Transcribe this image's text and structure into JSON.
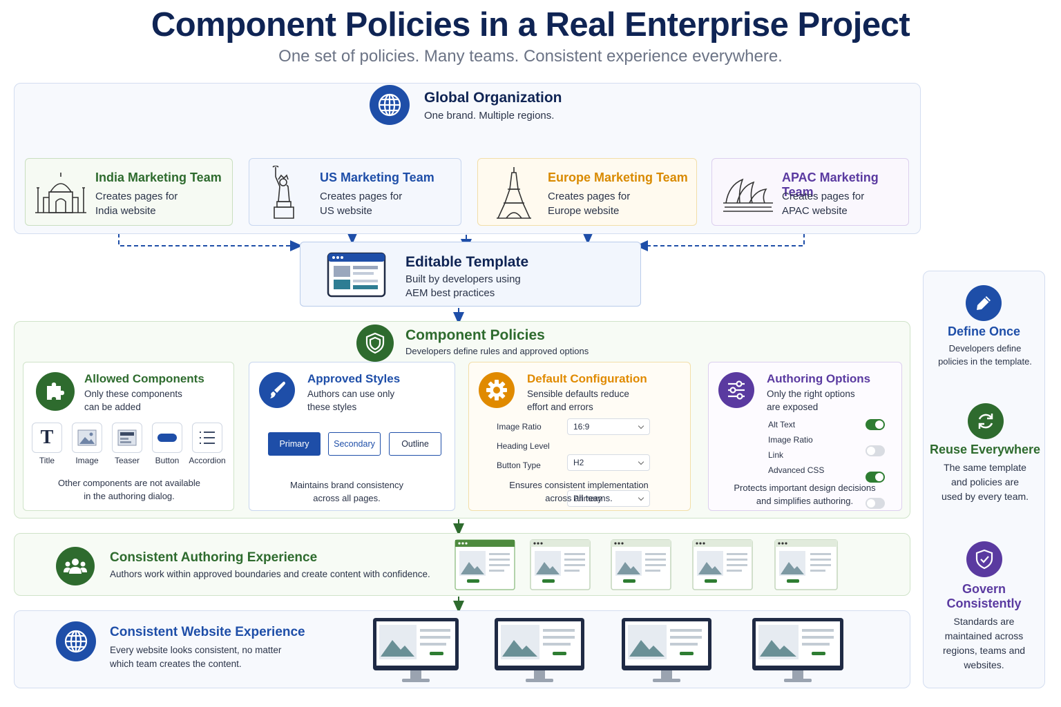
{
  "header": {
    "title": "Component Policies in a Real Enterprise Project",
    "subtitle": "One set of policies. Many teams. Consistent experience everywhere."
  },
  "global_org": {
    "title": "Global Organization",
    "subtitle": "One brand. Multiple regions.",
    "icon": "globe-icon"
  },
  "teams": [
    {
      "name": "India Marketing Team",
      "line1": "Creates pages for",
      "line2": "India website",
      "color": "#2e6b2e",
      "icon": "taj-mahal-icon"
    },
    {
      "name": "US Marketing Team",
      "line1": "Creates pages for",
      "line2": "US website",
      "color": "#1e4ea8",
      "icon": "statue-of-liberty-icon"
    },
    {
      "name": "Europe Marketing Team",
      "line1": "Creates pages for",
      "line2": "Europe website",
      "color": "#d98a00",
      "icon": "eiffel-tower-icon"
    },
    {
      "name": "APAC Marketing Team",
      "line1": "Creates pages for",
      "line2": "APAC website",
      "color": "#5a3aa0",
      "icon": "opera-house-icon"
    }
  ],
  "template": {
    "title": "Editable Template",
    "line1": "Built by developers using",
    "line2": "AEM best practices",
    "icon": "template-icon"
  },
  "policies": {
    "title": "Component Policies",
    "subtitle": "Developers define rules and approved options",
    "icon": "shield-icon",
    "allowed": {
      "title": "Allowed Components",
      "line1": "Only these components",
      "line2": "can be added",
      "components": [
        "Title",
        "Image",
        "Teaser",
        "Button",
        "Accordion"
      ],
      "title_glyph": "T",
      "foot1": "Other components are not available",
      "foot2": "in the authoring dialog.",
      "color": "#2e6b2e",
      "icon": "puzzle-icon"
    },
    "styles": {
      "title": "Approved Styles",
      "line1": "Authors can use only",
      "line2": "these styles",
      "buttons": [
        "Primary",
        "Secondary",
        "Outline"
      ],
      "foot1": "Maintains brand consistency",
      "foot2": "across all pages.",
      "color": "#1e4ea8",
      "icon": "brush-icon"
    },
    "defaults": {
      "title": "Default Configuration",
      "line1": "Sensible defaults reduce",
      "line2": "effort and errors",
      "rows": [
        {
          "label": "Image Ratio",
          "value": "16:9"
        },
        {
          "label": "Heading Level",
          "value": "H2"
        },
        {
          "label": "Button Type",
          "value": "Primary"
        }
      ],
      "foot1": "Ensures consistent implementation",
      "foot2": "across all teams.",
      "color": "#e08a00",
      "icon": "gear-icon"
    },
    "authoring": {
      "title": "Authoring Options",
      "line1": "Only the right options",
      "line2": "are exposed",
      "rows": [
        {
          "label": "Alt Text",
          "on": true
        },
        {
          "label": "Image Ratio",
          "on": false
        },
        {
          "label": "Link",
          "on": true
        },
        {
          "label": "Advanced CSS",
          "on": false
        }
      ],
      "foot1": "Protects important design decisions",
      "foot2": "and simplifies authoring.",
      "color": "#5a3aa0",
      "icon": "sliders-icon"
    }
  },
  "authoring_experience": {
    "title": "Consistent Authoring Experience",
    "subtitle": "Authors work within approved boundaries and create content with confidence.",
    "icon": "people-icon"
  },
  "website_experience": {
    "title": "Consistent Website Experience",
    "line1": "Every website looks consistent, no matter",
    "line2": "which team creates the content.",
    "icon": "globe-icon"
  },
  "sidebar": {
    "define": {
      "title": "Define Once",
      "line1": "Developers define",
      "line2": "policies in the template.",
      "color": "#1e4ea8",
      "icon": "pencil-icon"
    },
    "reuse": {
      "title": "Reuse Everywhere",
      "line1": "The same template",
      "line2": "and policies are",
      "line3": "used by every team.",
      "color": "#2e6b2e",
      "icon": "refresh-icon"
    },
    "govern": {
      "title1": "Govern",
      "title2": "Consistently",
      "line1": "Standards are",
      "line2": "maintained across",
      "line3": "regions, teams and",
      "line4": "websites.",
      "color": "#5a3aa0",
      "icon": "shield-icon"
    }
  }
}
